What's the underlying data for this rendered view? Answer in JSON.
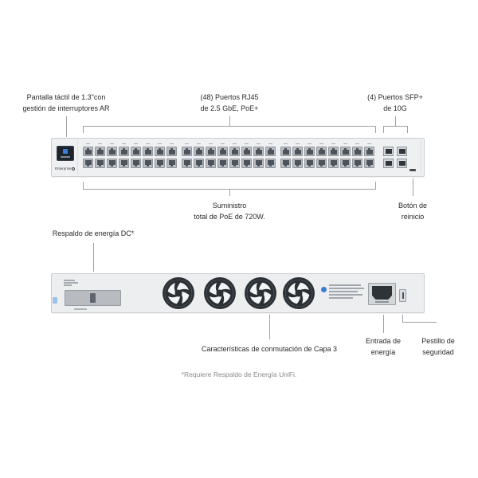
{
  "front_view": {
    "brand_text": "Enterprise",
    "callouts": {
      "touchscreen": {
        "lines": [
          "Pantalla táctil de 1.3\"con",
          "gestión de interruptores AR"
        ]
      },
      "rj45_ports": {
        "lines": [
          "(48) Puertos RJ45",
          "de 2.5 GbE, PoE+"
        ]
      },
      "sfp_ports": {
        "lines": [
          "(4) Puertos SFP+",
          "de 10G"
        ]
      },
      "poe_budget": {
        "lines": [
          "Suministro",
          "total de PoE de 720W."
        ]
      },
      "reset_button": {
        "lines": [
          "Botón de",
          "reinicio"
        ]
      }
    }
  },
  "rear_view": {
    "callouts": {
      "dc_backup": {
        "text": "Respaldo de energía DC*"
      },
      "layer3": {
        "text": "Características de conmutación de Capa 3"
      },
      "power_input": {
        "lines": [
          "Entrada de",
          "energía"
        ]
      },
      "security_latch": {
        "lines": [
          "Pestillo de",
          "seguridad"
        ]
      }
    }
  },
  "footnote": "*Requiere Respaldo de Energía UniFi.",
  "icons": {
    "fan": "fan-icon",
    "brand_logo": "ubiquiti-logo-icon",
    "touchscreen": "touchscreen-icon"
  },
  "colors": {
    "label_text": "#2a2a2a",
    "callout_line": "#9da1a7",
    "footnote_text": "#8a8a8a",
    "chassis": "#eef0f2",
    "fan": "#2b3035",
    "accent_blue": "#3c7dd4"
  }
}
